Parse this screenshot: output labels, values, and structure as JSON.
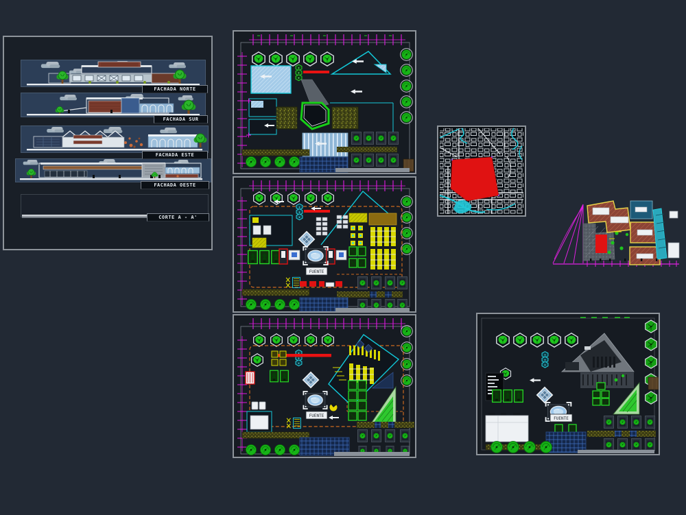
{
  "app": {
    "type": "cad-model-space",
    "background": "#222934"
  },
  "elevations_panel": {
    "items": [
      {
        "label": "FACHADA NORTE"
      },
      {
        "label": "FACHADA SUR"
      },
      {
        "label": "FACHADA ESTE"
      },
      {
        "label": "FACHADA OESTE"
      },
      {
        "label": "CORTE A - A'"
      }
    ]
  },
  "plans": {
    "pool_label": "FUENTE"
  },
  "map": {
    "highlight_color": "#e01212",
    "water_color": "#20c8d8",
    "street_color": "#dfe3e7"
  },
  "palette": {
    "magenta_dimensions": "#e31ae3",
    "cyan_walls": "#17c9d9",
    "green_vegetation": "#1ec41e",
    "yellow_furniture": "#d8d800",
    "red_accent": "#e01212",
    "brick": "#8c4436",
    "light_blue_paving": "#9cc6ea",
    "sky_navy": "#2c3e57",
    "paper_white": "#eef1f4",
    "orange_boundary": "#cc6a1e",
    "olive_hatch": "#3c3c14",
    "blue_paving": "#14274a",
    "teal_block": "#1d5a78",
    "light_green_wedge": "#a8d8a0",
    "frame_gray": "#8d939a"
  },
  "icons": {
    "hex_tree": "hexagon with tree canopy",
    "circle_tree": "round tree canopy",
    "planter": "square planter with tree",
    "pool": "rectangular basin with oval water",
    "skylight": "rotated square skylight",
    "cloud": "elevation sky cloud"
  }
}
